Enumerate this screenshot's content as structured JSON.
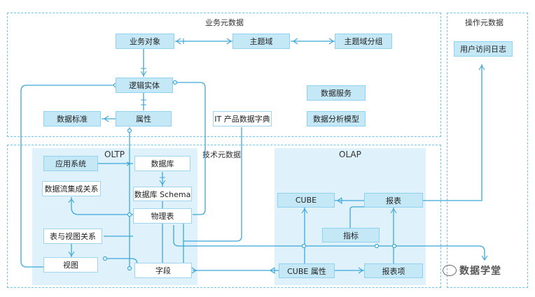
{
  "regions": {
    "business": "业务元数据",
    "technical": "技术元数据",
    "operational": "操作元数据",
    "oltp": "OLTP",
    "olap": "OLAP"
  },
  "nodes": {
    "business_object": "业务对象",
    "subject_area": "主题域",
    "subject_group": "主题域分组",
    "logical_entity": "逻辑实体",
    "attribute": "属性",
    "data_standard": "数据标准",
    "it_dictionary": "IT 产品数据字典",
    "data_service": "数据服务",
    "analysis_model": "数据分析模型",
    "user_access_log": "用户访问日志",
    "app_system": "应用系统",
    "database": "数据库",
    "schema": "数据库 Schema",
    "dataflow": "数据流集成关系",
    "physical_table": "物理表",
    "table_view_rel": "表与视图关系",
    "view": "视图",
    "field": "字段",
    "cube": "CUBE",
    "report": "报表",
    "metric": "指标",
    "cube_attr": "CUBE 属性",
    "report_item": "报表项"
  },
  "watermark": "数据学堂",
  "colors": {
    "line": "#3aa7d8",
    "border": "#6fc6e6",
    "node": "#c5e8f7",
    "tint": "#dff2fb"
  }
}
